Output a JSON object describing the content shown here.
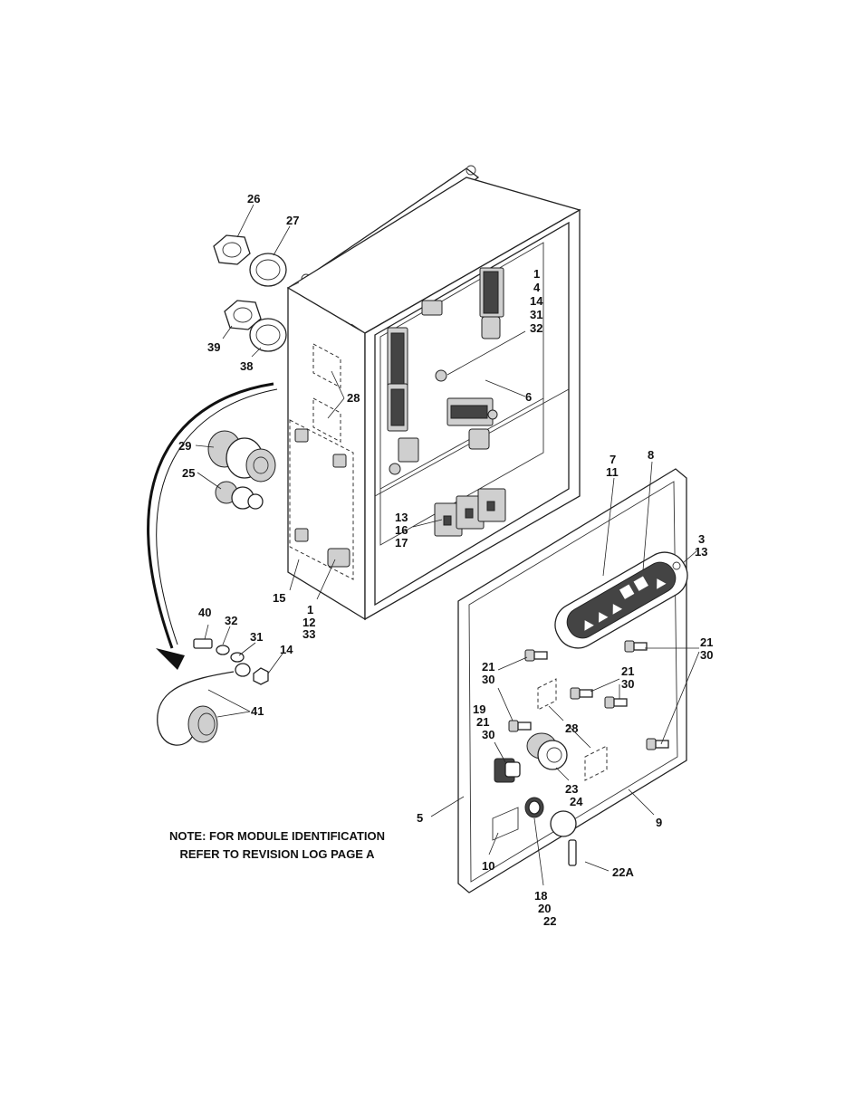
{
  "note": {
    "line1": "NOTE: FOR MODULE IDENTIFICATION",
    "line2": "REFER TO REVISION LOG PAGE A"
  },
  "callouts": {
    "c26": "26",
    "c27": "27",
    "c39": "39",
    "c38": "38",
    "c28a": "28",
    "c1_4_14_31_32": [
      "1",
      "4",
      "14",
      "31",
      "32"
    ],
    "c6": "6",
    "c29": "29",
    "c25": "25",
    "c13_16_17": [
      "13",
      "16",
      "17"
    ],
    "c15": "15",
    "c1_12_33": [
      "1",
      "12",
      "33"
    ],
    "c7_11": [
      "7",
      "11"
    ],
    "c8": "8",
    "c3_13": [
      "3",
      "13"
    ],
    "c40": "40",
    "c32": "32",
    "c31": "31",
    "c14": "14",
    "c41": "41",
    "c21_30_a": [
      "21",
      "30"
    ],
    "c21_30_b": [
      "21",
      "30"
    ],
    "c21_30_c": [
      "21",
      "30"
    ],
    "c19_21_30": [
      "19",
      "21",
      "30"
    ],
    "c28b": "28",
    "c23_24": [
      "23",
      "24"
    ],
    "c5": "5",
    "c9": "9",
    "c10": "10",
    "c18_20_22": [
      "18",
      "20",
      "22"
    ],
    "c22A": "22A"
  }
}
